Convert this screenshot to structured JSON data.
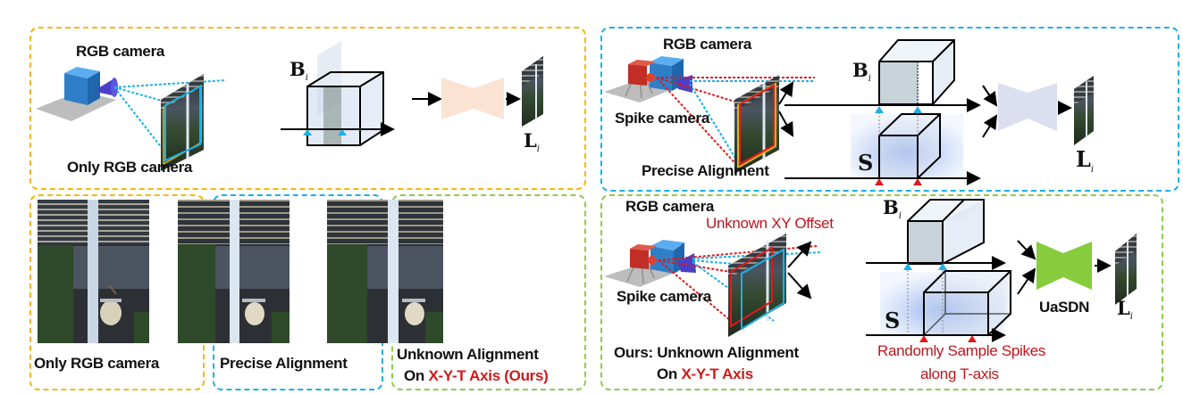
{
  "figure": {
    "panels": {
      "top_left": {
        "camera_label": "RGB camera",
        "caption": "Only RGB camera",
        "blur_symbol": "B",
        "blur_sub": "i",
        "output_symbol": "L",
        "output_sub": "i",
        "border_color": "#f5b80f",
        "network_color": "#fbe3d4"
      },
      "top_right": {
        "camera_label_top": "RGB camera",
        "camera_label_bottom": "Spike camera",
        "caption": "Precise Alignment",
        "blur_symbol": "B",
        "blur_sub": "i",
        "spike_symbol": "S",
        "output_symbol": "L",
        "output_sub": "i",
        "border_color": "#1ab0e8",
        "network_color": "#dcdff0"
      },
      "bottom_right": {
        "camera_label_top": "RGB camera",
        "camera_label_bottom": "Spike camera",
        "offset_label": "Unknown XY Offset",
        "caption_line1": "Ours: Unknown Alignment",
        "caption_line2_prefix": "On ",
        "caption_line2_highlight": "X-Y-T Axis",
        "sample_label_line1": "Randomly Sample Spikes",
        "sample_label_line2": "along T-axis",
        "blur_symbol": "B",
        "blur_sub": "i",
        "spike_symbol": "S",
        "network_label": "UaSDN",
        "output_symbol": "L",
        "output_sub": "i",
        "border_color": "#8bcc4a",
        "network_color": "#86cc3c"
      }
    },
    "comparison": [
      {
        "caption": "Only RGB camera",
        "border_color": "#f5b80f"
      },
      {
        "caption": "Precise Alignment",
        "border_color": "#1ab0e8"
      },
      {
        "caption_line1": "Unknown Alignment",
        "caption_line2_prefix": "On ",
        "caption_line2_highlight": "X-Y-T Axis (Ours)",
        "border_color": "#8bcc4a"
      }
    ],
    "colors": {
      "rgb_camera": "#3a8fd6",
      "spike_camera": "#d3362b",
      "lens": "#4b3fc8",
      "rgb_ray": "#1ab0e8",
      "spike_ray": "#e0191c",
      "blur_marker": "#1ab0e8",
      "spike_marker": "#e0191c",
      "highlight_text": "#c0141c"
    }
  }
}
